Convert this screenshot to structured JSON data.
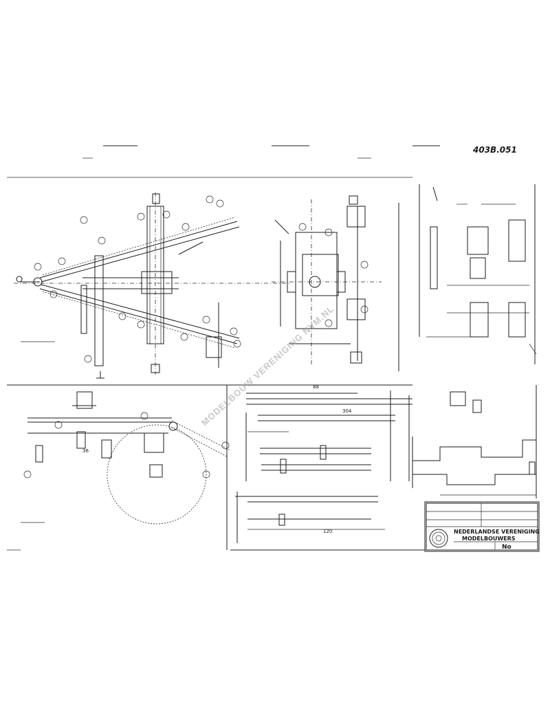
{
  "drawing": {
    "number": "403B.051",
    "title_block": {
      "org_line1": "NEDERLANDSE VERENIGING",
      "org_line2": "MODELBOUWERS",
      "sheet_label": "No"
    },
    "watermark": "MODELBOUW VERENIGING NVM.NL",
    "dimensions": [
      "36",
      "304",
      "120",
      "88"
    ]
  },
  "colors": {
    "ink": "#1a1a1a",
    "paper": "#ffffff",
    "watermark": "#9a9a9a"
  }
}
